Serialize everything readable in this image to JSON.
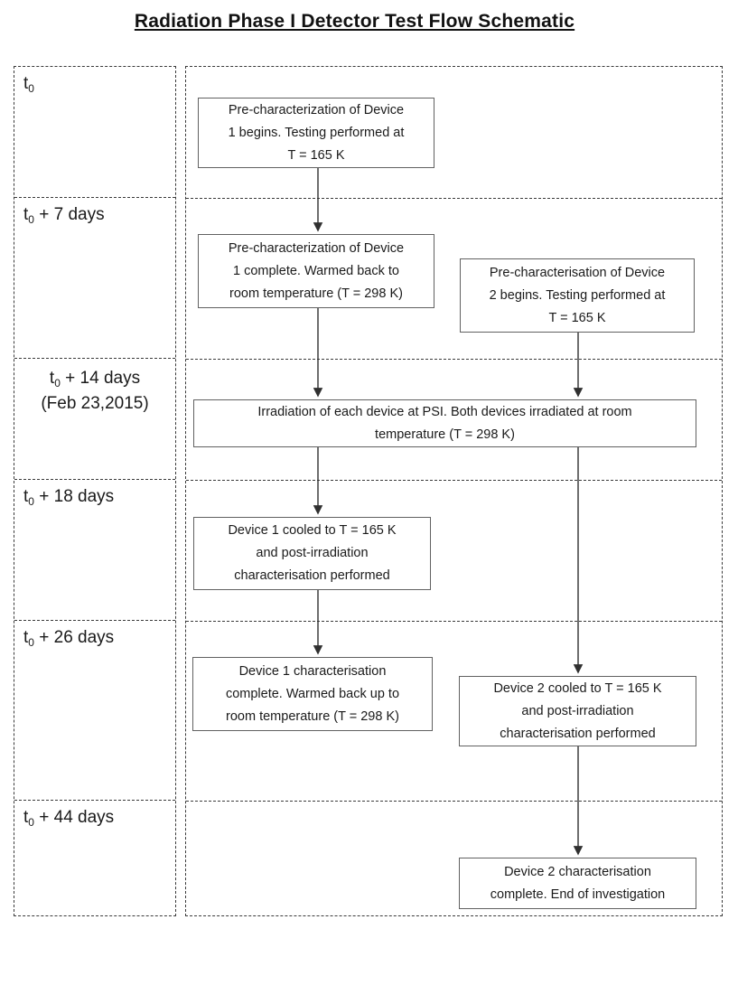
{
  "title": "Radiation Phase I Detector Test Flow Schematic",
  "timeline": {
    "rows": [
      {
        "base": "t",
        "sub": "0",
        "rest": ""
      },
      {
        "base": "t",
        "sub": "0",
        "rest": " + 7 days"
      },
      {
        "base": "t",
        "sub": "0",
        "rest": " + 14 days",
        "note": "(Feb 23,2015)"
      },
      {
        "base": "t",
        "sub": "0",
        "rest": " + 18 days"
      },
      {
        "base": "t",
        "sub": "0",
        "rest": " + 26 days"
      },
      {
        "base": "t",
        "sub": "0",
        "rest": " + 44 days"
      }
    ]
  },
  "nodes": [
    {
      "id": "pre-characterization-device1-begins",
      "text": "Pre-characterization of Device\n1 begins. Testing performed at\nT = 165 K"
    },
    {
      "id": "pre-characterization-device1-complete",
      "text": "Pre-characterization of Device\n1 complete. Warmed back to\nroom temperature (T = 298 K)"
    },
    {
      "id": "pre-characterisation-device2-begins",
      "text": "Pre-characterisation of Device\n2 begins. Testing performed at\nT = 165 K"
    },
    {
      "id": "irradiation-at-psi",
      "text": "Irradiation of each device at PSI. Both devices irradiated at room\ntemperature (T = 298 K)"
    },
    {
      "id": "device1-cooled-post-irradiation",
      "text": "Device 1 cooled to T = 165 K\nand post-irradiation\ncharacterisation performed"
    },
    {
      "id": "device1-characterisation-complete",
      "text": "Device 1 characterisation\ncomplete. Warmed back up to\nroom temperature (T = 298 K)"
    },
    {
      "id": "device2-cooled-post-irradiation",
      "text": "Device 2 cooled to T = 165 K\nand post-irradiation\ncharacterisation performed"
    },
    {
      "id": "device2-characterisation-complete",
      "text": "Device 2 characterisation\ncomplete. End of investigation"
    }
  ],
  "colors": {
    "text": "#1a1a1a",
    "box_border": "#616161",
    "dashed_border": "#3a3a3a",
    "background": "#ffffff",
    "arrow": "#303030"
  }
}
